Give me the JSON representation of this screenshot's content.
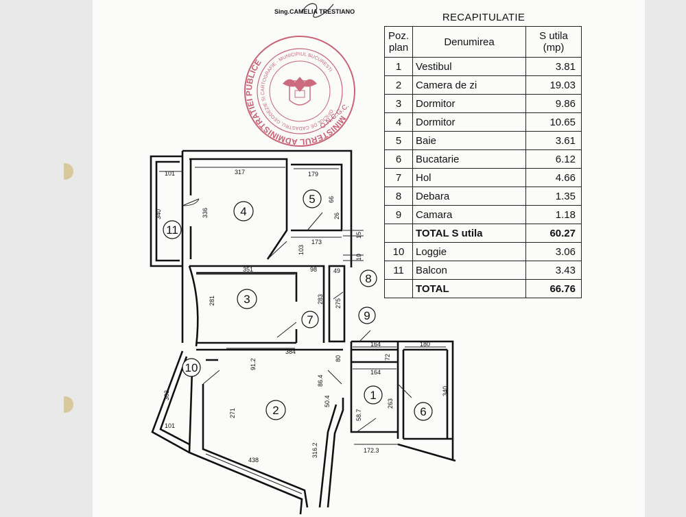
{
  "signature": {
    "text": "Sing.CAMELIA TRESTIANO"
  },
  "stamp": {
    "outer_text": "MINISTERUL ADMINISTRATIEI PUBLICE",
    "inner_text": "OFICIUL DE CADASTRU, GEODEZIE SI CARTOGRAFIE - MUNICIPIUL BUCURESTI",
    "bottom_text": "O.N.C.G.C."
  },
  "table": {
    "title": "RECAPITULATIE",
    "headers": {
      "pos": "Poz. plan",
      "name": "Denumirea",
      "area": "S utila (mp)"
    },
    "rows": [
      {
        "pos": "1",
        "name": "Vestibul",
        "area": "3.81"
      },
      {
        "pos": "2",
        "name": "Camera de zi",
        "area": "19.03"
      },
      {
        "pos": "3",
        "name": "Dormitor",
        "area": "9.86"
      },
      {
        "pos": "4",
        "name": "Dormitor",
        "area": "10.65"
      },
      {
        "pos": "5",
        "name": "Baie",
        "area": "3.61"
      },
      {
        "pos": "6",
        "name": "Bucatarie",
        "area": "6.12"
      },
      {
        "pos": "7",
        "name": "Hol",
        "area": "4.66"
      },
      {
        "pos": "8",
        "name": "Debara",
        "area": "1.35"
      },
      {
        "pos": "9",
        "name": "Camara",
        "area": "1.18"
      }
    ],
    "subtotal": {
      "name": "TOTAL S utila",
      "area": "60.27"
    },
    "extra_rows": [
      {
        "pos": "10",
        "name": "Loggie",
        "area": "3.06"
      },
      {
        "pos": "11",
        "name": "Balcon",
        "area": "3.43"
      }
    ],
    "total": {
      "name": "TOTAL",
      "area": "66.76"
    }
  },
  "plan": {
    "room_numbers": [
      "1",
      "2",
      "3",
      "4",
      "5",
      "6",
      "7",
      "8",
      "9",
      "10",
      "11"
    ],
    "dimensions": {
      "d101a": "101",
      "d317": "317",
      "d179": "179",
      "d340a": "340",
      "d336": "336",
      "d66": "66",
      "d26": "26",
      "d173": "173",
      "d15": "15",
      "d103": "103",
      "d10": "10",
      "d351": "351",
      "d98": "98",
      "d49": "49",
      "d281": "281",
      "d283": "283",
      "d275": "275",
      "d384": "384",
      "d91": "91.2",
      "d80": "80",
      "d164a": "164",
      "d72": "72",
      "d180": "180",
      "d164b": "164",
      "d86": "86.4",
      "d50": "50.4",
      "d263": "263",
      "d340b": "340",
      "d303": "303",
      "d271": "271",
      "d58": "58.7",
      "d101b": "101",
      "d172": "172.3",
      "d438": "438",
      "d316": "316.2"
    }
  }
}
